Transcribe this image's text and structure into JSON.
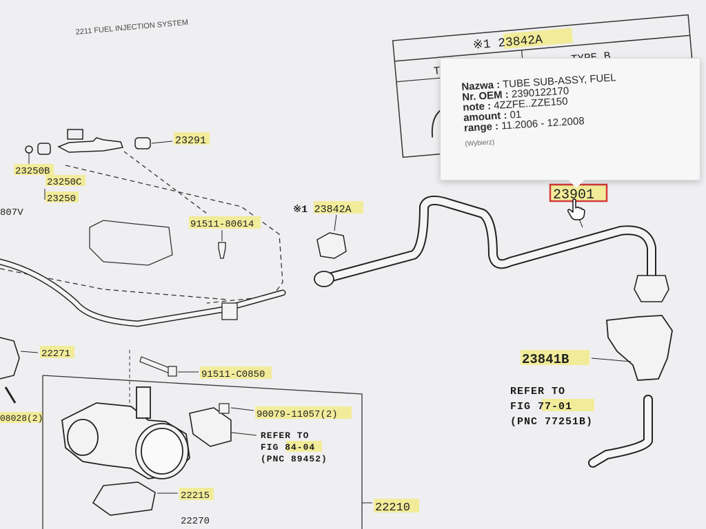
{
  "header": {
    "title": "2211 FUEL INJECTION SYSTEM"
  },
  "type_table": {
    "ref": "※1 23842A",
    "type_a": "TYPE A",
    "type_b": "TYPE B"
  },
  "tooltip": {
    "name_label": "Nazwa :",
    "name_value": "TUBE SUB-ASSY, FUEL",
    "oem_label": "Nr. OEM :",
    "oem_value": "2390122170",
    "note_label": "note :",
    "note_value": "4ZZFE..ZZE150",
    "amount_label": "amount :",
    "amount_value": "01",
    "range_label": "range :",
    "range_value": "11.2006 - 12.2008",
    "choose": "(Wybierz)"
  },
  "parts": {
    "p23291": "23291",
    "p23250b": "23250B",
    "p23250c": "23250C",
    "p23250": "23250",
    "p807v": "807V",
    "p91511_80614": "91511-80614",
    "p23842a": "※1 23842A",
    "p23901": "23901",
    "p23841b": "23841B",
    "p22271": "22271",
    "p91511_c0850": "91511-C0850",
    "p08028": "08028(2)",
    "p90079": "90079-11057(2)",
    "p22215": "22215",
    "p22210": "22210",
    "p22270": "22270"
  },
  "refer_a": {
    "line1": "REFER TO",
    "line2": "FIG 84-04",
    "line3": "(PNC 89452)"
  },
  "refer_b": {
    "line1": "REFER TO",
    "line2": "FIG 77-01",
    "line3": "(PNC 77251B)"
  },
  "colors": {
    "highlight": "#f2ec9a",
    "selected_border": "#d23a3a",
    "background": "#efeff1"
  }
}
